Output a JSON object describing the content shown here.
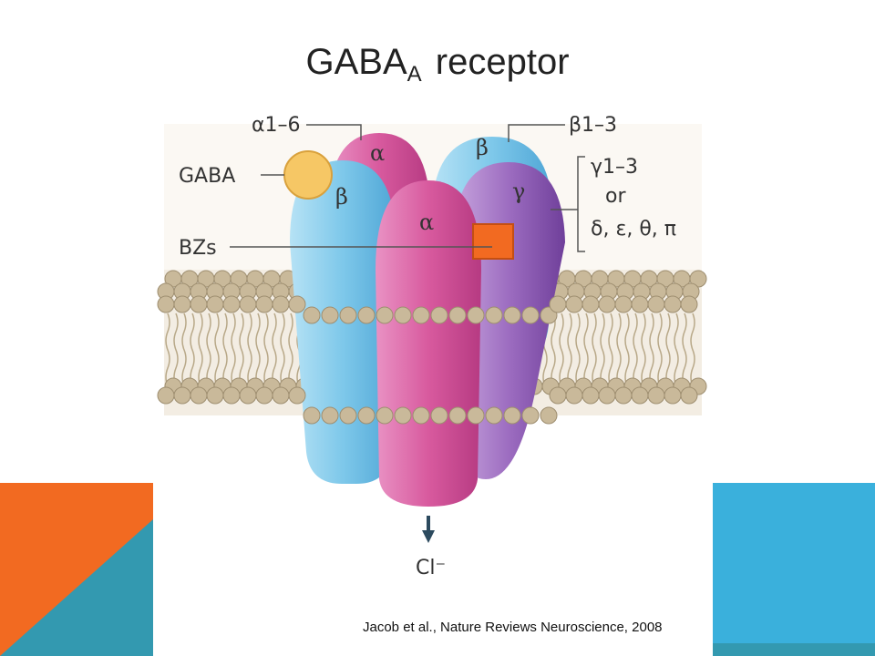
{
  "slide": {
    "title_main": "GABA",
    "title_sub": "A",
    "title_rest": " receptor",
    "citation": "Jacob et al., Nature Reviews Neuroscience, 2008",
    "accent_orange": "#f26a21",
    "accent_blue": "#3ab0dc",
    "accent_teal": "#3399b0"
  },
  "diagram": {
    "subunits": {
      "alpha_back": "α",
      "beta_back": "β",
      "beta_left": "β",
      "alpha_front": "α",
      "gamma": "γ"
    },
    "labels": {
      "alpha_range": "α1–6",
      "beta_range": "β1–3",
      "gamma_range": "γ1–3",
      "or": "or",
      "alternatives": "δ, ε, θ, π",
      "gaba": "GABA",
      "bzs": "BZs",
      "chloride": "Cl⁻"
    },
    "colors": {
      "alpha": "#d85a9e",
      "beta": "#7ec8ea",
      "gamma": "#9c6cc0",
      "gaba_ligand": "#f6c765",
      "bz_ligand": "#f26a21",
      "membrane_beads": "#c9b99a"
    }
  }
}
